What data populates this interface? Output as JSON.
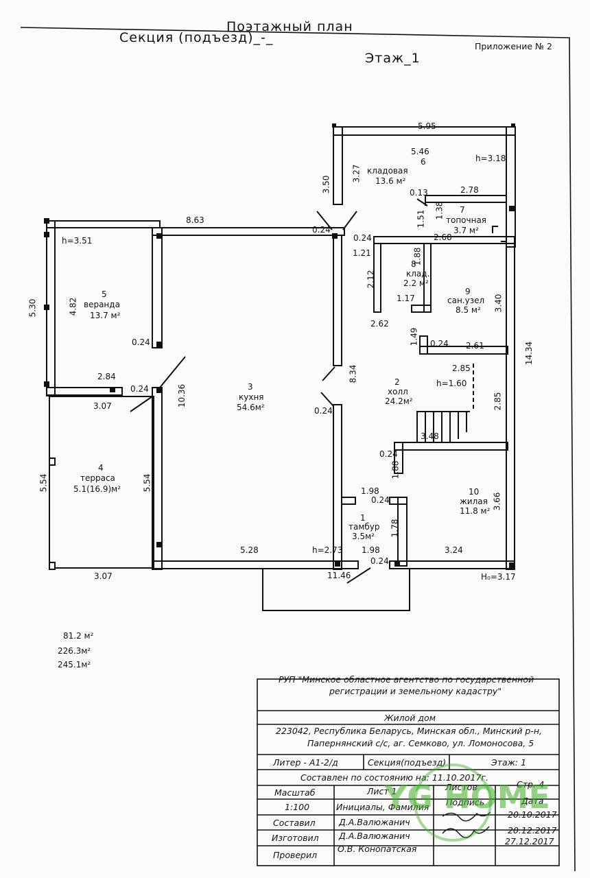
{
  "header": {
    "title": "Поэтажный план",
    "section": "Секция (подъезд)_-_",
    "floor": "Этаж_1",
    "appendix": "Приложение № 2"
  },
  "rooms": [
    {
      "num": "1",
      "name": "тамбур",
      "area": "3.5м²"
    },
    {
      "num": "2",
      "name": "холл",
      "area": "24.2м²"
    },
    {
      "num": "3",
      "name": "кухня",
      "area": "54.6м²"
    },
    {
      "num": "4",
      "name": "терраса",
      "area": "5.1(16.9)м²"
    },
    {
      "num": "5",
      "name": "веранда",
      "area": "13.7 м²"
    },
    {
      "num": "6",
      "name": "кладовая",
      "area": "13.6 м²"
    },
    {
      "num": "7",
      "name": "топочная",
      "area": "3.7 м²"
    },
    {
      "num": "8",
      "name": "клад.",
      "area": "2.2 м²"
    },
    {
      "num": "9",
      "name": "сан.узел",
      "area": "8.5 м²"
    },
    {
      "num": "10",
      "name": "жилая",
      "area": "11.8 м²"
    }
  ],
  "dimensions": {
    "d595": "5.95",
    "d546": "5.46",
    "h318": "h=3.18",
    "d327": "3.27",
    "d350": "3.50",
    "d013": "0.13",
    "d278": "2.78",
    "d151": "1.51",
    "d138": "1.38",
    "d268": "2.68",
    "d863": "8.63",
    "h351": "h=3.51",
    "d024a": "0.24",
    "d024b": "0.24",
    "d121": "1.21",
    "d188a": "1.88",
    "d212": "2.12",
    "d117": "1.17",
    "d262": "2.62",
    "d340": "3.40",
    "d530": "5.30",
    "d482": "4.82",
    "d024c": "0.24",
    "d149": "1.49",
    "d024d": "0.24",
    "d261": "2.61",
    "d1434": "14.34",
    "d285a": "2.85",
    "h160": "h=1.60",
    "d834": "8.34",
    "d284": "2.84",
    "d024e": "0.24",
    "d307a": "3.07",
    "d1036": "10.36",
    "d024f": "0.24",
    "d285b": "2.85",
    "d348": "3.48",
    "d024g": "0.24",
    "d188b": "1.88",
    "d554a": "5.54",
    "d554b": "5.54",
    "d198a": "1.98",
    "d024h": "0.24",
    "d178": "1.78",
    "d366": "3.66",
    "d528": "5.28",
    "h273": "h=2.73",
    "d198b": "1.98",
    "d324": "3.24",
    "d307b": "3.07",
    "d1146": "11.46",
    "d024i": "0.24",
    "h0317": "H₀=3.17"
  },
  "totals": [
    "81.2 м²",
    "226.3м²",
    "245.1м²"
  ],
  "title_block": {
    "org": "РУП \"Минское областное агентство по государственной",
    "org2": "регистрации и земельному кадастру\"",
    "object": "Жилой дом",
    "address1": "223042, Республика Беларусь, Минская обл., Минский р-н,",
    "address2": "Папернянский с/с, аг. Семково, ул. Ломоносова, 5",
    "liter": "Литер - А1-2/д",
    "section": "Секция(подъезд)",
    "floor": "Этаж: 1",
    "state_date": "Составлен по состоянию на: 11.10.2017г.",
    "scale_label": "Масштаб",
    "sheet_label": "Лист 1",
    "sheets_label": "Листов",
    "page_label": "Стр.-4",
    "scale_value": "1:100",
    "initials_label": "Инициалы, Фамилия",
    "sign_label": "Подпись",
    "date_label": "Дата",
    "composed_label": "Составил",
    "composed_name": "Д.А.Валюжанич",
    "composed_date": "20.10.2017",
    "made_label": "Изготовил",
    "made_name": "Д.А.Валюжанич",
    "made_date": "20.12.2017",
    "checked_label": "Проверил",
    "checked_name": "О.В. Конопатская",
    "checked_date": "27.12.2017"
  },
  "watermark": {
    "text": "YG HOME",
    "color": "#3fae2a"
  }
}
